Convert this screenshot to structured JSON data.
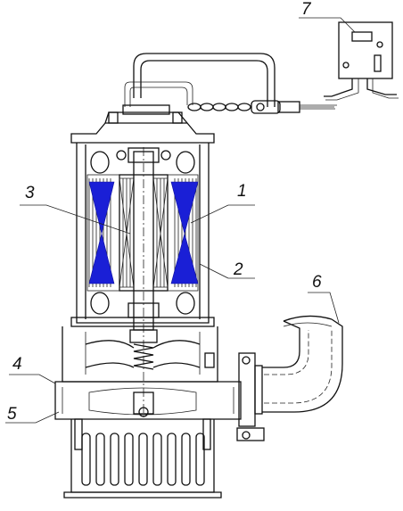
{
  "diagram": {
    "callouts": [
      {
        "id": "1",
        "label": "1"
      },
      {
        "id": "2",
        "label": "2"
      },
      {
        "id": "3",
        "label": "3"
      },
      {
        "id": "4",
        "label": "4"
      },
      {
        "id": "5",
        "label": "5"
      },
      {
        "id": "6",
        "label": "6"
      },
      {
        "id": "7",
        "label": "7"
      }
    ],
    "colors": {
      "line": "#111111",
      "winding": "#1a1fd6",
      "background": "#ffffff"
    }
  }
}
